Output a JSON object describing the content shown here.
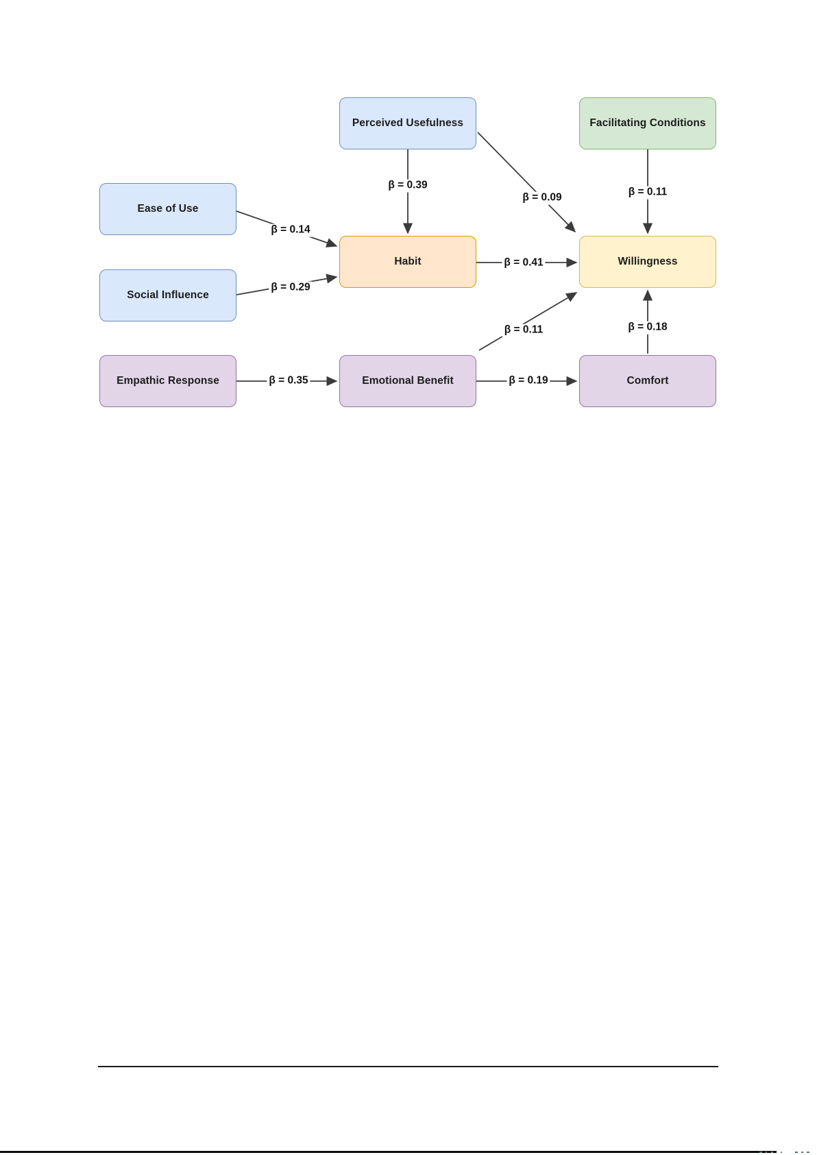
{
  "diagram": {
    "nodes": [
      {
        "id": "perceived-usefulness",
        "label": "Perceived Usefulness",
        "fill": "#dae8fc",
        "stroke": "#6c8ebf"
      },
      {
        "id": "facilitating-conditions",
        "label": "Facilitating Conditions",
        "fill": "#d5e8d4",
        "stroke": "#82b366"
      },
      {
        "id": "ease-of-use",
        "label": "Ease of Use",
        "fill": "#dae8fc",
        "stroke": "#6c8ebf"
      },
      {
        "id": "social-influence",
        "label": "Social Influence",
        "fill": "#dae8fc",
        "stroke": "#6c8ebf"
      },
      {
        "id": "habit",
        "label": "Habit",
        "fill": "#ffe6cc",
        "stroke": "#d79b00"
      },
      {
        "id": "willingness",
        "label": "Willingness",
        "fill": "#fff2cc",
        "stroke": "#d6b656"
      },
      {
        "id": "empathic-response",
        "label": "Empathic Response",
        "fill": "#e1d5e7",
        "stroke": "#9673a6"
      },
      {
        "id": "emotional-benefit",
        "label": "Emotional Benefit",
        "fill": "#e1d5e7",
        "stroke": "#9673a6"
      },
      {
        "id": "comfort",
        "label": "Comfort",
        "fill": "#e1d5e7",
        "stroke": "#9673a6"
      }
    ],
    "edges": [
      {
        "from": "Perceived Usefulness",
        "to": "Habit",
        "label": "β = 0.39"
      },
      {
        "from": "Perceived Usefulness",
        "to": "Willingness",
        "label": "β = 0.09"
      },
      {
        "from": "Facilitating Conditions",
        "to": "Willingness",
        "label": "β = 0.11"
      },
      {
        "from": "Ease of Use",
        "to": "Habit",
        "label": "β = 0.14"
      },
      {
        "from": "Social Influence",
        "to": "Habit",
        "label": "β = 0.29"
      },
      {
        "from": "Habit",
        "to": "Willingness",
        "label": "β = 0.41"
      },
      {
        "from": "Emotional Benefit",
        "to": "Willingness",
        "label": "β = 0.11"
      },
      {
        "from": "Comfort",
        "to": "Willingness",
        "label": "β = 0.18"
      },
      {
        "from": "Empathic Response",
        "to": "Emotional Benefit",
        "label": "β = 0.35"
      },
      {
        "from": "Emotional Benefit",
        "to": "Comfort",
        "label": "β = 0.19"
      }
    ],
    "edge_color": "#3b3b3b",
    "text_color": "#1c1c1c"
  }
}
